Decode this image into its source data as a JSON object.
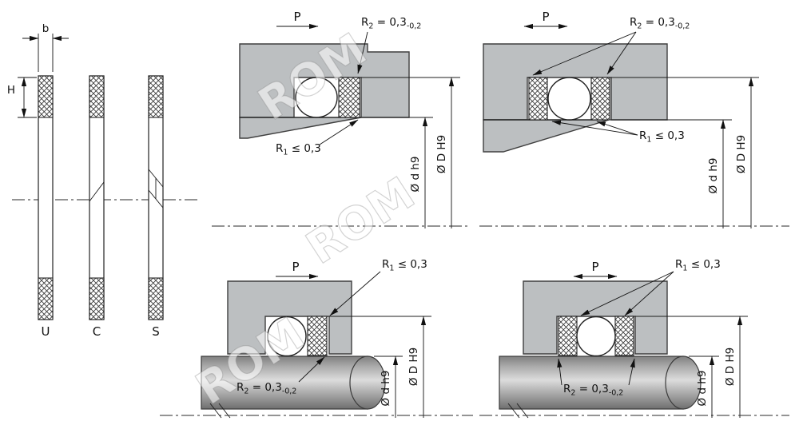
{
  "profiles": {
    "width_dim": "b",
    "height_dim": "H",
    "items": [
      {
        "label": "U"
      },
      {
        "label": "C"
      },
      {
        "label": "S"
      }
    ]
  },
  "annotations": {
    "pressure": "P",
    "r1": {
      "base": "R",
      "sub": "1",
      "value": " ≤ 0,3"
    },
    "r2": {
      "base": "R",
      "sub": "2",
      "value": " = 0,3",
      "tolerance": "-0,2"
    },
    "rod_diameter": "Ø d h9",
    "bore_diameter": "Ø D H9"
  },
  "watermark": {
    "text": "ROM"
  },
  "colors": {
    "housing_fill": "#bcbfc1",
    "line": "#1c1c1c",
    "hatch": "#333333",
    "rod_highlight": "#dcdcdc",
    "rod_shadow": "#6e6e6e"
  }
}
